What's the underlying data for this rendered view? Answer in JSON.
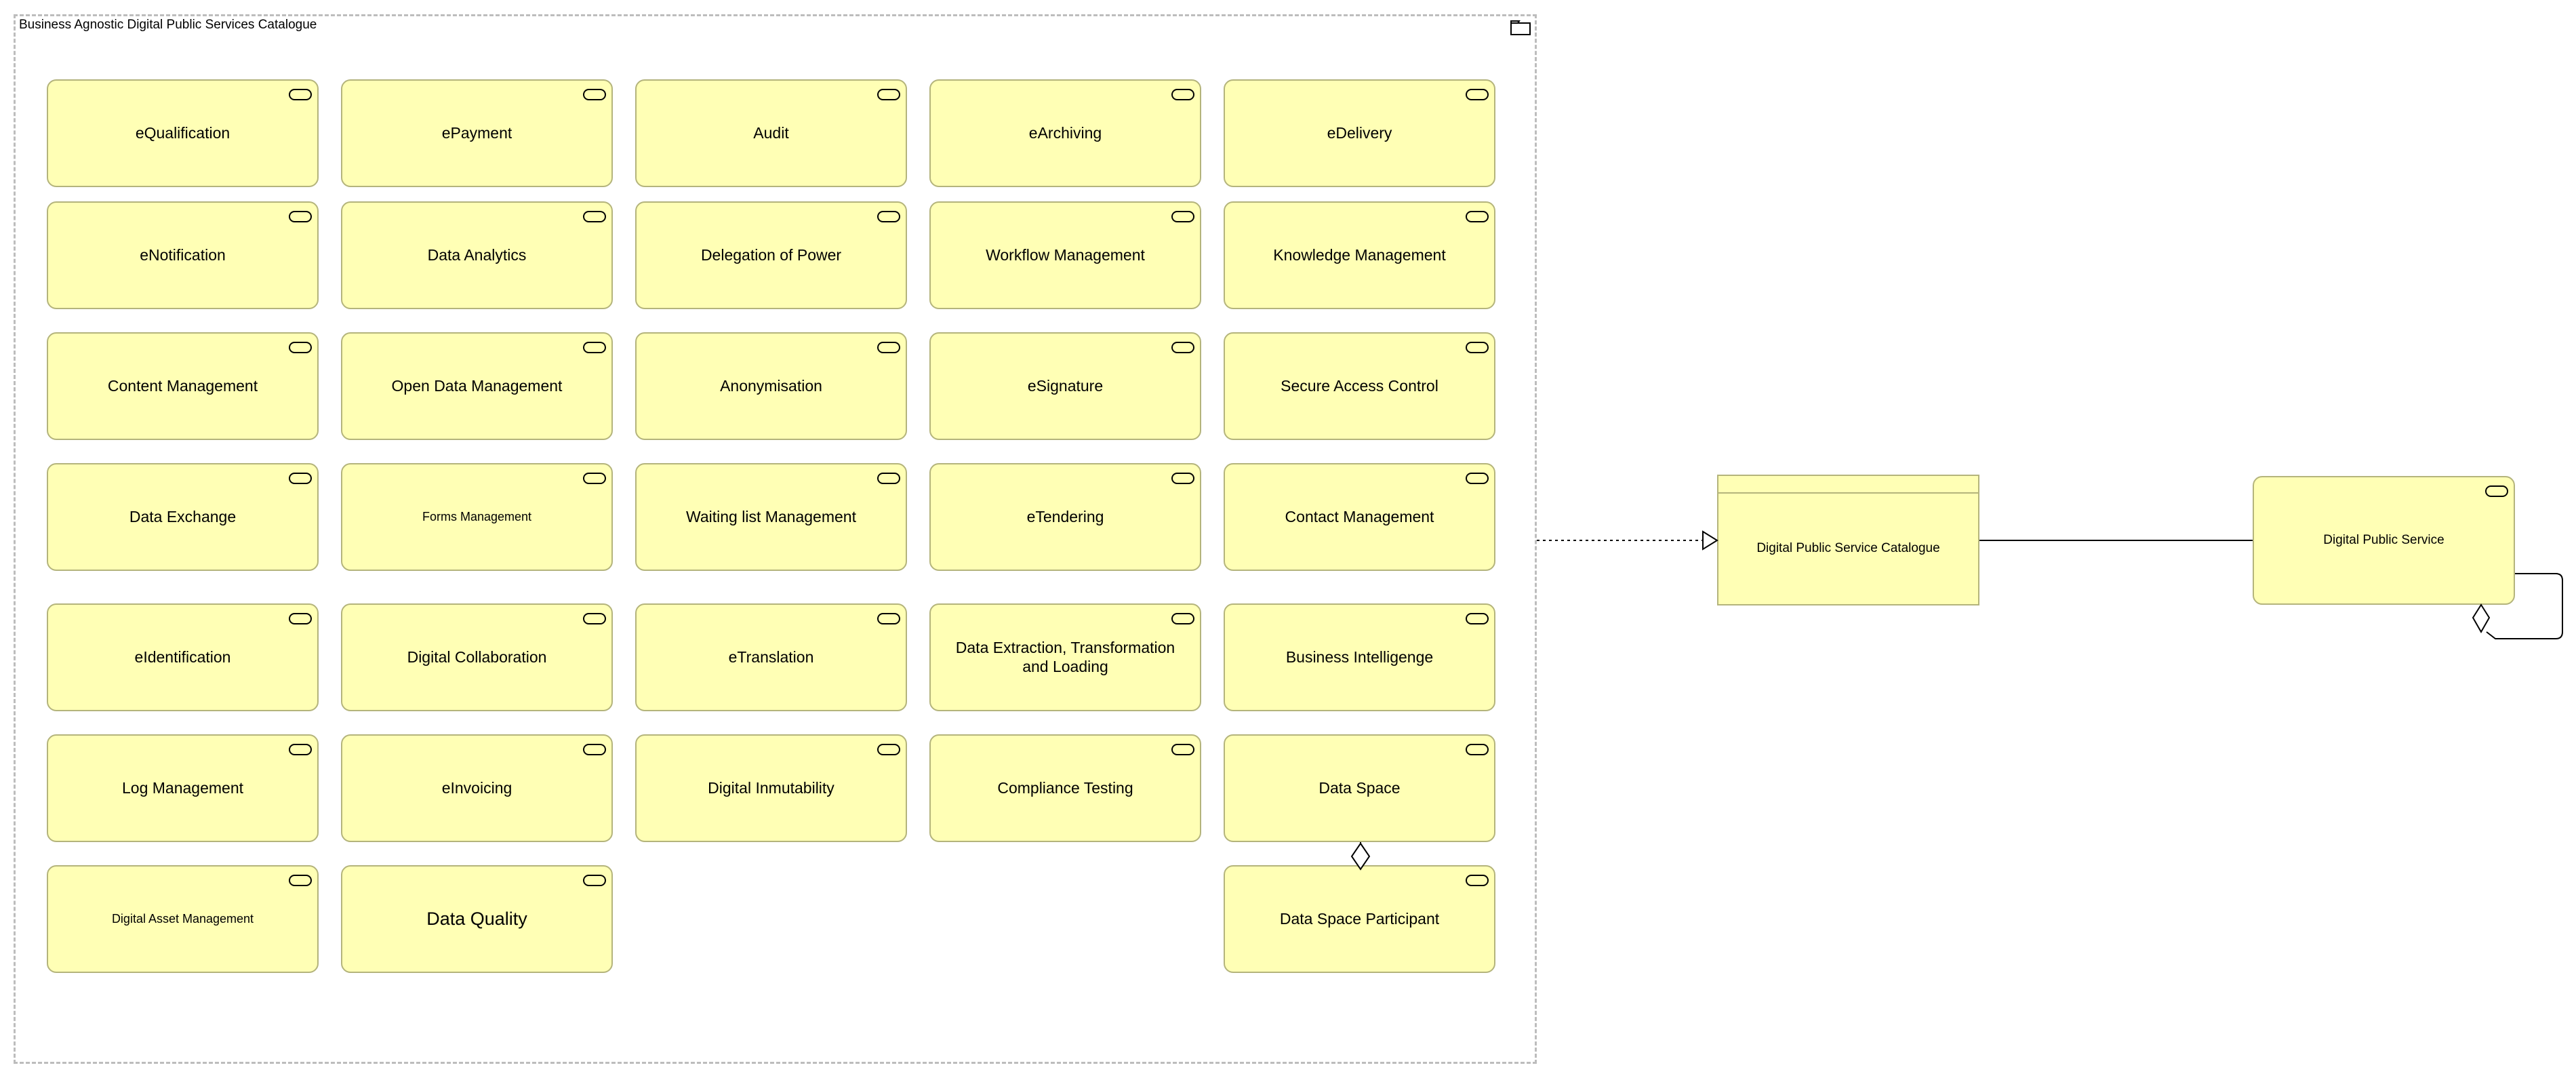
{
  "group": {
    "title": "Business Agnostic Digital Public Services Catalogue",
    "icon": "folder-icon",
    "services": [
      {
        "label": "eQualification"
      },
      {
        "label": "ePayment"
      },
      {
        "label": "Audit"
      },
      {
        "label": "eArchiving"
      },
      {
        "label": "eDelivery"
      },
      {
        "label": "eNotification"
      },
      {
        "label": "Data Analytics"
      },
      {
        "label": "Delegation of Power"
      },
      {
        "label": "Workflow Management"
      },
      {
        "label": "Knowledge Management"
      },
      {
        "label": "Content Management"
      },
      {
        "label": "Open Data Management"
      },
      {
        "label": "Anonymisation"
      },
      {
        "label": "eSignature"
      },
      {
        "label": "Secure Access Control"
      },
      {
        "label": "Data Exchange"
      },
      {
        "label": "Forms Management"
      },
      {
        "label": "Waiting list Management"
      },
      {
        "label": "eTendering"
      },
      {
        "label": "Contact Management"
      },
      {
        "label": "eIdentification"
      },
      {
        "label": "Digital Collaboration"
      },
      {
        "label": "eTranslation"
      },
      {
        "label": "Data Extraction, Transformation and Loading"
      },
      {
        "label": "Business Intelligenge"
      },
      {
        "label": "Log Management"
      },
      {
        "label": "eInvoicing"
      },
      {
        "label": "Digital Inmutability"
      },
      {
        "label": "Compliance Testing"
      },
      {
        "label": "Data Space"
      },
      {
        "label": "Digital Asset Management"
      },
      {
        "label": "Data Quality"
      },
      {
        "label": "Data Space Participant"
      }
    ]
  },
  "catalogue": {
    "label": "Digital Public Service Catalogue"
  },
  "digital_public_service": {
    "label": "Digital Public Service",
    "icon": "service-icon"
  },
  "relations": [
    {
      "type": "realization",
      "from": "Business Agnostic Digital Public Services Catalogue",
      "to": "Digital Public Service Catalogue"
    },
    {
      "type": "association",
      "from": "Digital Public Service Catalogue",
      "to": "Digital Public Service"
    },
    {
      "type": "aggregation",
      "from": "Data Space",
      "to": "Data Space Participant"
    },
    {
      "type": "aggregation",
      "from": "Digital Public Service",
      "to": "Digital Public Service"
    }
  ],
  "colors": {
    "fill": "#ffffb5",
    "border": "#b4b47c",
    "group_border": "#bdbdbd"
  }
}
